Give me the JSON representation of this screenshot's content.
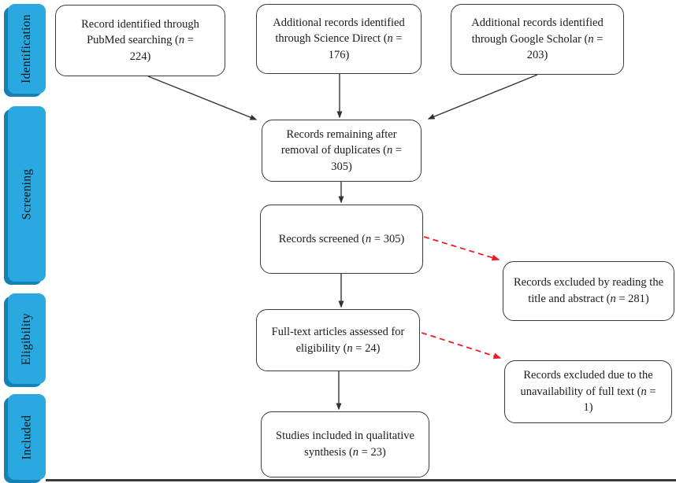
{
  "colors": {
    "background": "#ffffff",
    "band_fill": "#29A9E0",
    "band_edge": "#1480B4",
    "box_border": "#3a3a3a",
    "arrow": "#333333",
    "excluded_arrow": "#EC1C24",
    "text": "#1b1b1b"
  },
  "sidebar": {
    "items": [
      {
        "label": "Identification"
      },
      {
        "label": "Screening"
      },
      {
        "label": "Eligibility"
      },
      {
        "label": "Included"
      }
    ]
  },
  "nodes": {
    "pubmed": {
      "pre": "Record identified through PubMed searching (",
      "n": "n",
      "post": " = 224)"
    },
    "science": {
      "pre": "Additional records identified through Science Direct (",
      "n": "n",
      "post": " = 176)"
    },
    "google": {
      "pre": "Additional records identified through Google Scholar (",
      "n": "n",
      "post": " = 203)"
    },
    "dedupe": {
      "pre": "Records remaining after removal of duplicates (",
      "n": "n",
      "post": " = 305)"
    },
    "screened": {
      "pre": "Records screened (",
      "n": "n",
      "post": " = 305)"
    },
    "fulltext": {
      "pre": "Full-text articles assessed for eligibility (",
      "n": "n",
      "post": " = 24)"
    },
    "studies": {
      "pre": "Studies included in qualitative synthesis (",
      "n": "n",
      "post": " = 23)"
    },
    "excl1": {
      "pre": "Records excluded by reading the title and abstract (",
      "n": "n",
      "post": " = 281)"
    },
    "excl2": {
      "pre": "Records excluded due to the unavailability of full text (",
      "n": "n",
      "post": " = 1)"
    }
  }
}
